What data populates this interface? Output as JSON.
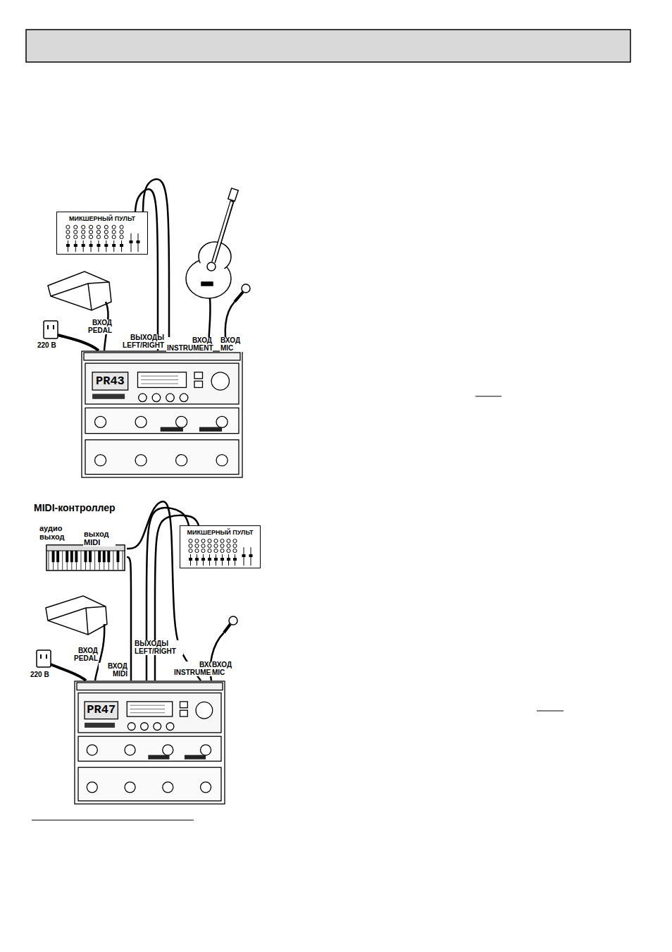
{
  "diagram": {
    "nodes": [
      {
        "text": [
          "МИКШЕРНЫЙ ПУЛЬТ"
        ]
      },
      {
        "text": [
          "PR43"
        ]
      },
      {
        "text": [
          "MIDI-контроллер"
        ]
      },
      {
        "text": [
          "МИКШЕРНЫЙ ПУЛЬТ"
        ]
      },
      {
        "text": [
          "PR47"
        ]
      }
    ],
    "edges": [
      {
        "from": 1,
        "to": 0,
        "arrow": "none"
      },
      {
        "from": 1,
        "to": 0,
        "arrow": "none"
      },
      {
        "from": 2,
        "to": 4,
        "arrow": "none"
      },
      {
        "from": 2,
        "to": 4,
        "arrow": "none"
      },
      {
        "from": 4,
        "to": 3,
        "arrow": "none"
      },
      {
        "from": 4,
        "to": 3,
        "arrow": "none"
      }
    ],
    "labels": [
      "ВХОД PEDAL",
      "220 В",
      "ВЫХОДЫ LEFT/RIGHT",
      "ВХОД INSTRUMENT",
      "ВХОД MIC",
      "аудио выход",
      "выход MIDI",
      "ВХОД PEDAL",
      "220 В",
      "ВХОД MIDI",
      "ВЫХОДЫ LEFT/RIGHT",
      "ВХОД INSTRUMENT",
      "ВХОД MIC"
    ]
  }
}
